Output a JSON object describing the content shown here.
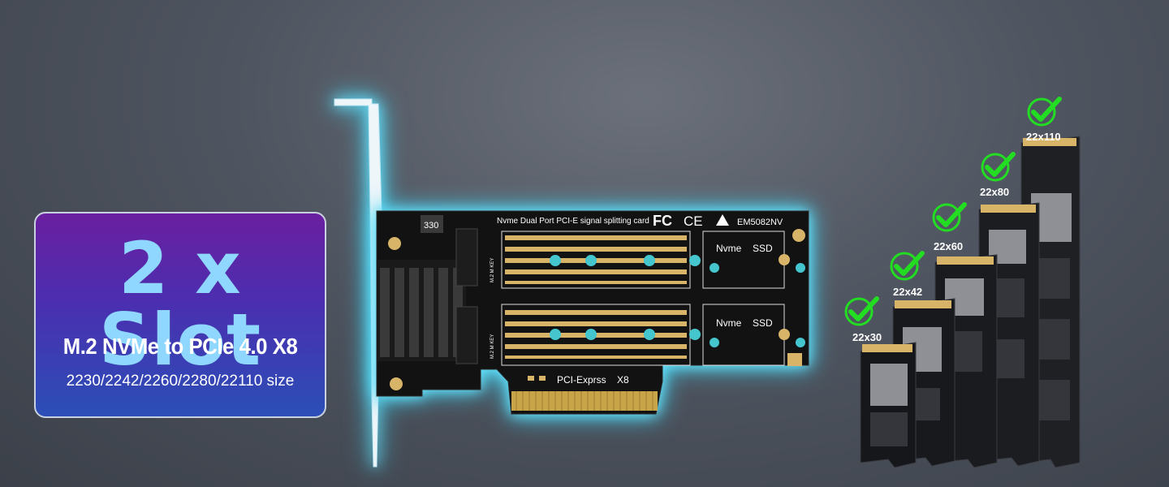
{
  "info": {
    "headline": "2 x Slot",
    "subline": "M.2 NVMe to PCIe 4.0 X8",
    "sizes": "2230/2242/2260/2280/22110 size"
  },
  "card": {
    "top_label": "Nvme Dual Port PCI-E signal splitting card",
    "model": "EM5082NV",
    "chip": "330",
    "slot1_nvme": "Nvme",
    "slot1_ssd": "SSD",
    "slot2_nvme": "Nvme",
    "slot2_ssd": "SSD",
    "m2_key_1": "M.2 M KEY",
    "m2_key_2": "M.2 M KEY",
    "pcie_label": "PCI-Exprss",
    "pcie_lanes": "X8",
    "fc": "FC",
    "ce": "CE"
  },
  "ssds": [
    {
      "label": "22x30"
    },
    {
      "label": "22x42"
    },
    {
      "label": "22x60"
    },
    {
      "label": "22x80"
    },
    {
      "label": "22x110"
    }
  ],
  "colors": {
    "headline": "#8fd7ff",
    "glow": "#6fe6ff",
    "check": "#22dd22",
    "pcb": "#111111",
    "gold": "#d8b468"
  }
}
